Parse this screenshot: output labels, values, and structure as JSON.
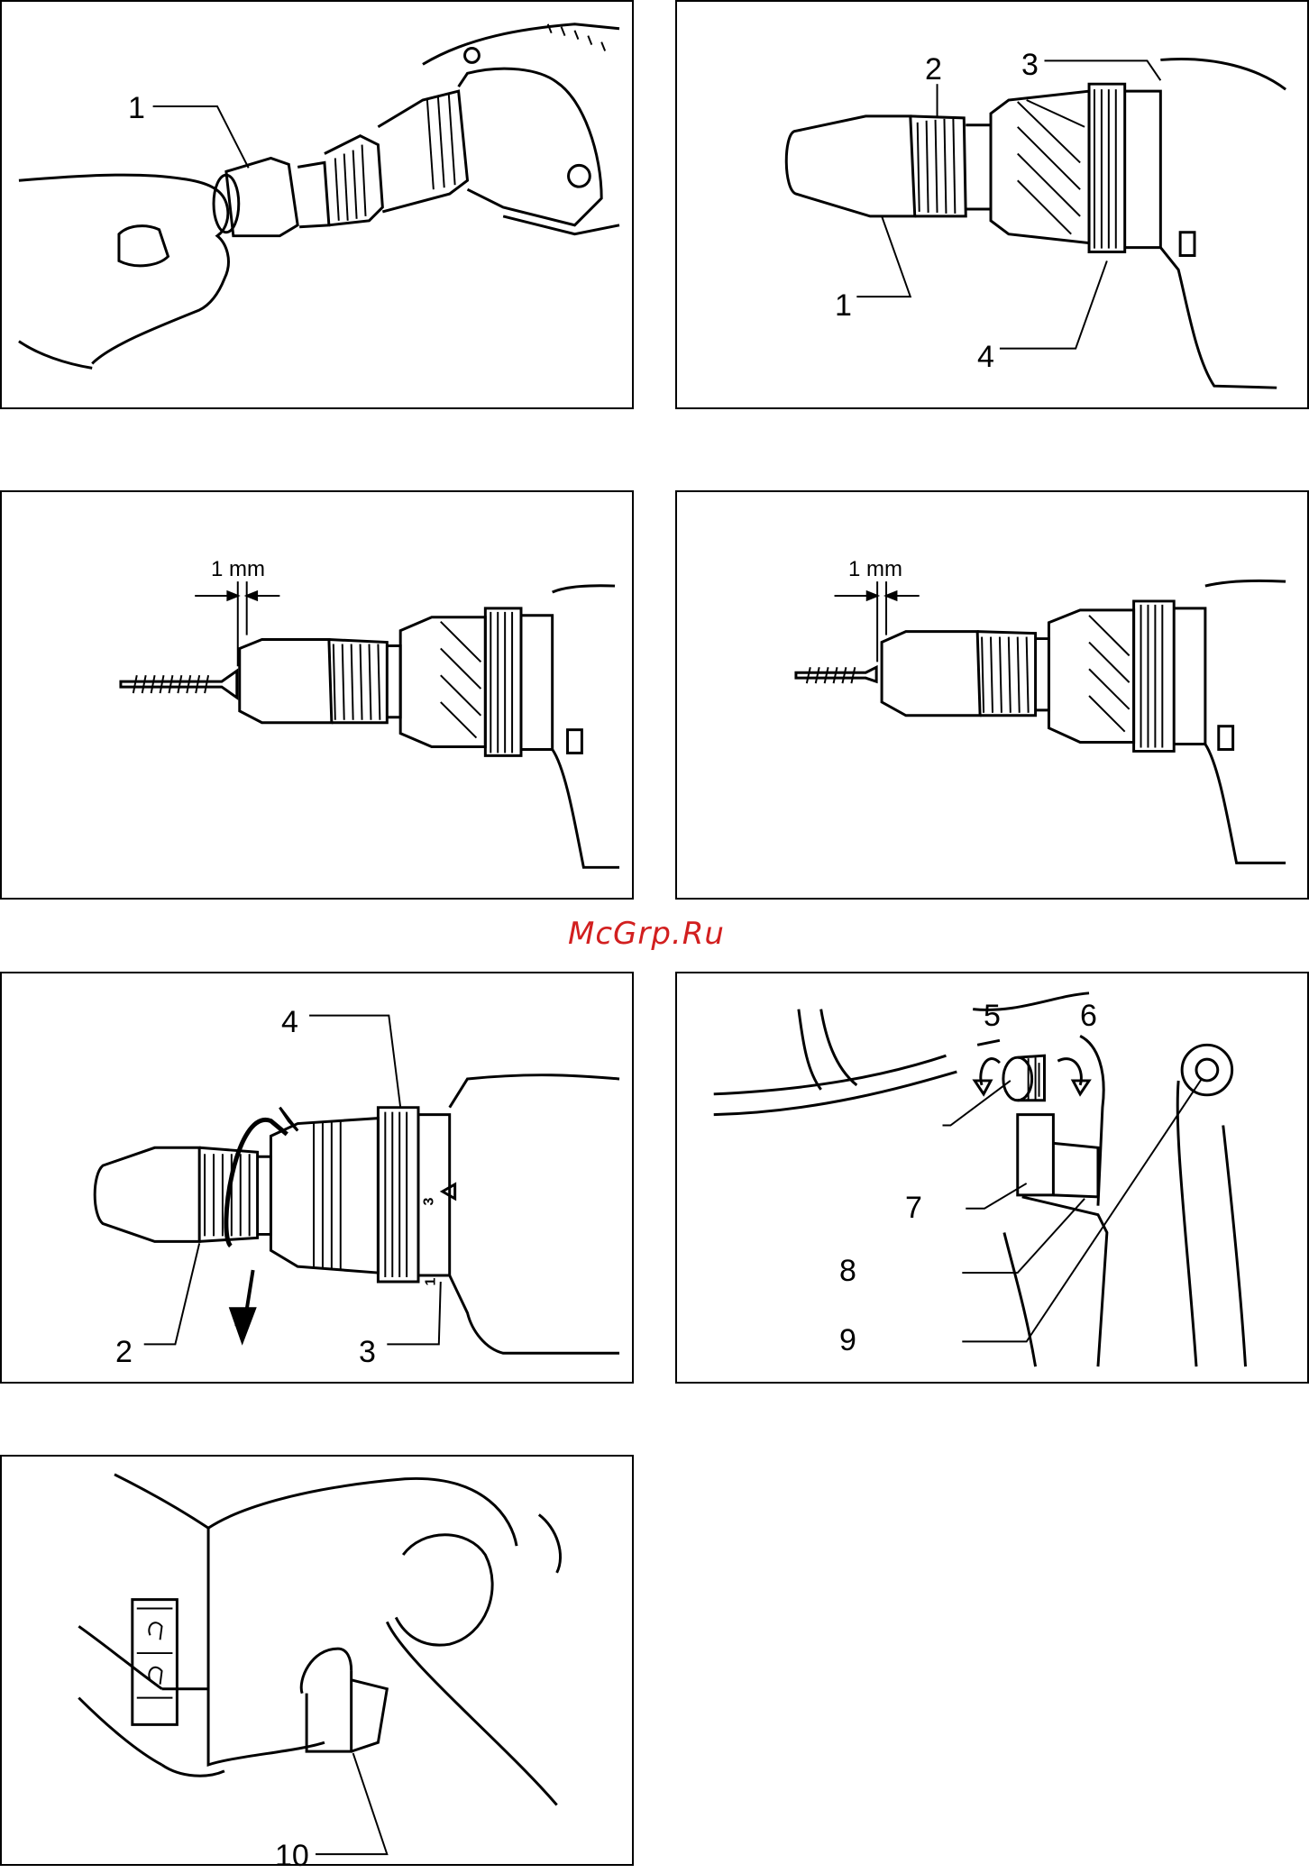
{
  "watermark": "McGrp.Ru",
  "dimension_label": "1 mm",
  "panels": [
    {
      "id": "fig1",
      "callouts": [
        "1"
      ]
    },
    {
      "id": "fig2",
      "callouts": [
        "2",
        "3",
        "1",
        "4"
      ]
    },
    {
      "id": "fig3",
      "callouts": []
    },
    {
      "id": "fig4",
      "callouts": []
    },
    {
      "id": "fig5",
      "callouts": [
        "4",
        "2",
        "3"
      ],
      "ring_marks": [
        "3",
        "1"
      ]
    },
    {
      "id": "fig6",
      "callouts": [
        "5",
        "6",
        "7",
        "8",
        "9"
      ]
    },
    {
      "id": "fig7",
      "callouts": [
        "10"
      ]
    }
  ],
  "colors": {
    "watermark": "#d21f1f",
    "line": "#000000",
    "background": "#ffffff"
  }
}
